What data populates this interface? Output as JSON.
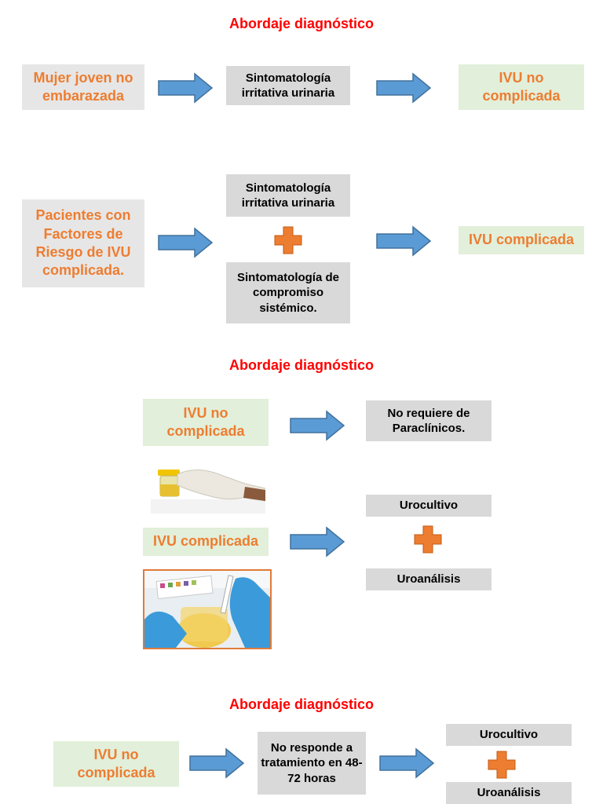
{
  "colors": {
    "title": "#ff0000",
    "accent_text": "#ed7d31",
    "arrow_fill": "#5b9bd5",
    "plus_fill": "#ed7d31",
    "grey_box": "#d9d9d9",
    "green_box": "#e2efda"
  },
  "section1": {
    "title": "Abordaje diagnóstico",
    "row1": {
      "patient": "Mujer joven no embarazada",
      "symptom": "Sintomatología irritativa urinaria",
      "result": "IVU no complicada"
    },
    "row2": {
      "patient": "Pacientes con Factores de Riesgo de IVU complicada.",
      "symptom1": "Sintomatología irritativa urinaria",
      "symptom2": "Sintomatología de compromiso sistémico.",
      "result": "IVU complicada"
    }
  },
  "section2": {
    "title": "Abordaje diagnóstico",
    "row1": {
      "condition": "IVU no complicada",
      "result": "No requiere de Paraclínicos."
    },
    "row2": {
      "condition": "IVU complicada",
      "test1": "Urocultivo",
      "test2": "Uroanálisis"
    },
    "images": [
      "urine-sample-cup-photo",
      "urine-test-strip-photo"
    ]
  },
  "section3": {
    "title": "Abordaje diagnóstico",
    "condition": "IVU no complicada",
    "middle": "No responde a tratamiento en 48-72 horas",
    "test1": "Urocultivo",
    "test2": "Uroanálisis"
  }
}
